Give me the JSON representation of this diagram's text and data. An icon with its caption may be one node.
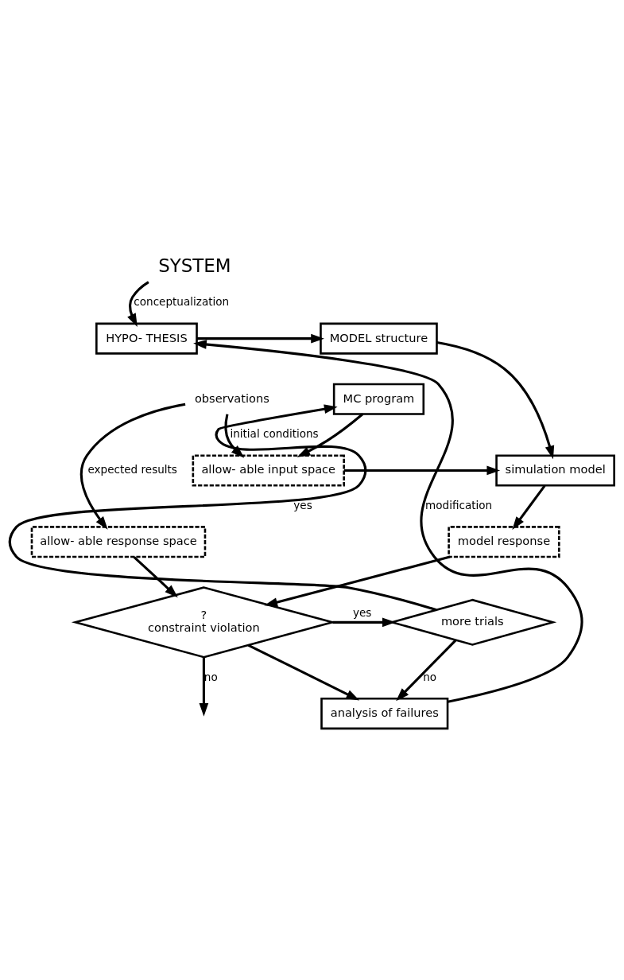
{
  "diagram": {
    "nodes": [
      {
        "text": [
          "HYPO- THESIS"
        ]
      },
      {
        "text": [
          "MODEL structure"
        ]
      },
      {
        "text": [
          "MC program"
        ]
      },
      {
        "text": [
          "allow- able input space"
        ]
      },
      {
        "text": [
          "simulation model"
        ]
      },
      {
        "text": [
          "SYSTEM"
        ]
      },
      {
        "text": [
          "observations"
        ]
      },
      {
        "text": [
          "allow- able response space"
        ]
      },
      {
        "text": [
          "model response"
        ]
      },
      {
        "text": [
          "?",
          "constraint violation"
        ]
      },
      {
        "text": [
          "more trials"
        ]
      },
      {
        "text": [
          "analysis of failures"
        ]
      }
    ],
    "edges": [
      {
        "from": 5,
        "to": 0,
        "arrow": "to",
        "label": "conceptualization"
      },
      {
        "from": 11,
        "to": 0,
        "arrow": "to",
        "label": "modification"
      },
      {
        "from": 0,
        "to": 1,
        "arrow": "to"
      },
      {
        "from": 1,
        "to": 4,
        "arrow": "to"
      },
      {
        "from": 2,
        "to": 3,
        "arrow": "to"
      },
      {
        "from": 6,
        "to": 3,
        "arrow": "to",
        "label": "initial conditions"
      },
      {
        "from": 6,
        "to": 7,
        "arrow": "to",
        "label": "expected results"
      },
      {
        "from": 3,
        "to": 4,
        "arrow": "to"
      },
      {
        "from": 4,
        "to": 8,
        "arrow": "to"
      },
      {
        "from": 7,
        "to": 9,
        "arrow": "to"
      },
      {
        "from": 8,
        "to": 9,
        "arrow": "to"
      },
      {
        "from": 9,
        "to": 10,
        "arrow": "to",
        "label": "yes"
      },
      {
        "from": 10,
        "to": 2,
        "arrow": "to",
        "label": "yes"
      },
      {
        "from": 9,
        "to": 11,
        "arrow": "to"
      },
      {
        "from": 10,
        "to": 11,
        "arrow": "to",
        "label": "no"
      },
      {
        "from": 9,
        "to": null,
        "arrow": "to",
        "label": "no"
      }
    ]
  }
}
